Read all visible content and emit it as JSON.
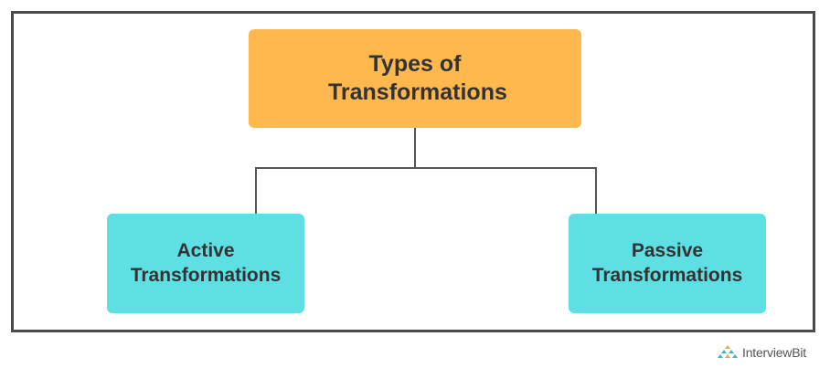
{
  "diagram": {
    "root": {
      "label": "Types of Transformations",
      "color": "#ffb84d"
    },
    "children": [
      {
        "label": "Active Transformations",
        "color": "#5ddfe3"
      },
      {
        "label": "Passive Transformations",
        "color": "#5ddfe3"
      }
    ],
    "connector_color": "#555555",
    "frame_color": "#4a4a4a"
  },
  "branding": {
    "logo_text": "InterviewBit",
    "icon": "interviewbit-logo-icon"
  }
}
